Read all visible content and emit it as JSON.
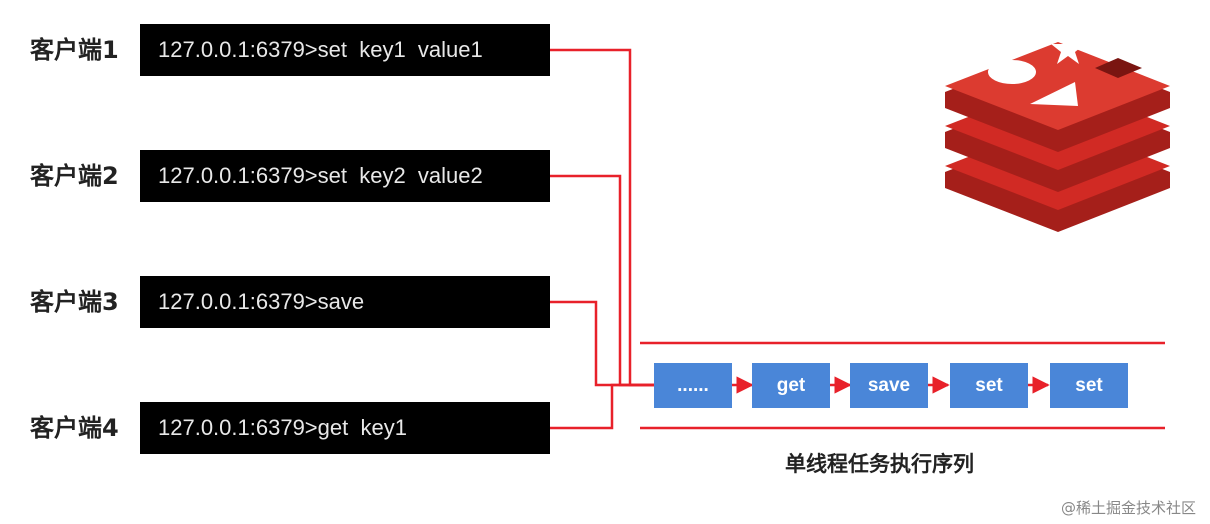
{
  "clients": [
    {
      "label": "客户端1",
      "command": "127.0.0.1:6379>set  key1  value1"
    },
    {
      "label": "客户端2",
      "command": "127.0.0.1:6379>set  key2  value2"
    },
    {
      "label": "客户端3",
      "command": "127.0.0.1:6379>save"
    },
    {
      "label": "客户端4",
      "command": "127.0.0.1:6379>get  key1"
    }
  ],
  "queue": [
    "......",
    "get",
    "save",
    "set",
    "set"
  ],
  "caption": "单线程任务执行序列",
  "footer": "@稀土掘金技术社区",
  "colors": {
    "connector": "#e8212a",
    "queue_box": "#4a86d8",
    "terminal_bg": "#000000",
    "logo_red": "#d12a24"
  },
  "logo_icon": "redis-logo-icon"
}
